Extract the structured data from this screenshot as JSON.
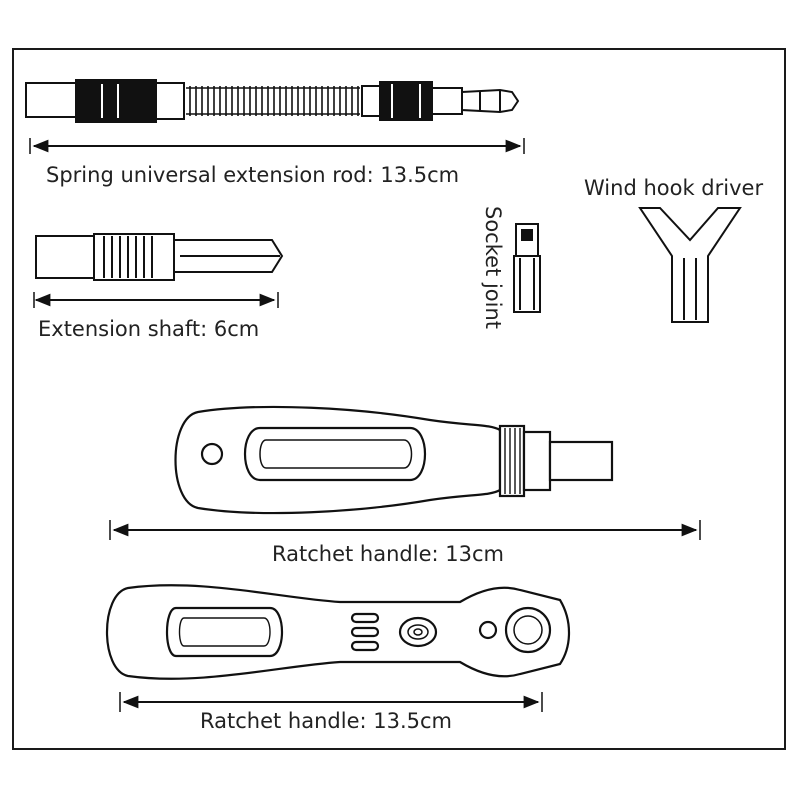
{
  "labels": {
    "spring_rod": "Spring universal extension rod: 13.5cm",
    "extension_shaft": "Extension shaft: 6cm",
    "socket_joint": "Socket joint",
    "wind_hook": "Wind hook driver",
    "ratchet_13": "Ratchet handle: 13cm",
    "ratchet_13_5": "Ratchet handle: 13.5cm"
  }
}
